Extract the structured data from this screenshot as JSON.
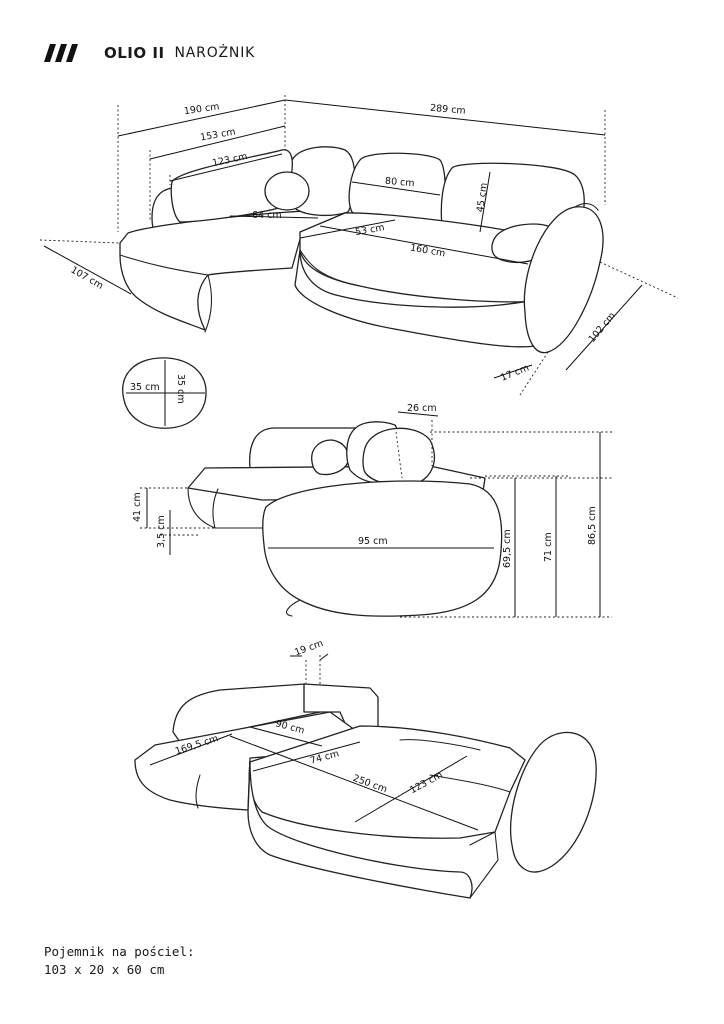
{
  "header": {
    "model": "OLIO II",
    "type": "NAROŻNIK"
  },
  "dimensions": {
    "top": {
      "total_width": "190 cm",
      "seat_width": "153 cm",
      "cushion_width": "123 cm",
      "right_length": "289 cm",
      "cushion_80": "80 cm",
      "cushion_height": "45 cm",
      "seat_64": "64 cm",
      "seat_53": "53 cm",
      "seat_160": "160 cm",
      "depth_left": "107 cm",
      "depth_right": "102 cm",
      "armrest": "17 cm"
    },
    "pillow": {
      "width": "35 cm",
      "height": "35 cm"
    },
    "side": {
      "backrest_depth": "26 cm",
      "seat_height": "41 cm",
      "leg_height": "3,5 cm",
      "armrest_width": "95 cm",
      "height_69": "69,5 cm",
      "height_71": "71 cm",
      "height_total": "86,5 cm"
    },
    "bed": {
      "back_19": "19 cm",
      "bed_169": "169,5 cm",
      "bed_90": "90 cm",
      "bed_74": "74 cm",
      "bed_250": "250 cm",
      "bed_123": "123 cm"
    }
  },
  "footer": {
    "line1": "Pojemnik na pościel:",
    "line2": "103 x 20 x 60 cm"
  }
}
